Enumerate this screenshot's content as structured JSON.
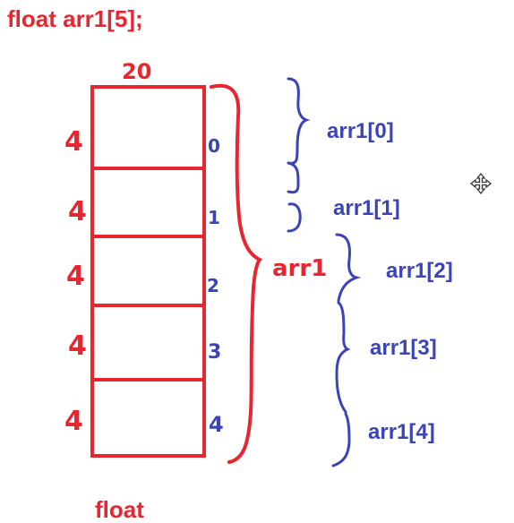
{
  "title": "float arr1[5];",
  "footer_label": "float",
  "block_label": "20",
  "array_label": "arr1",
  "cells": [
    {
      "size": "4",
      "index": "0",
      "label": "arr1[0]"
    },
    {
      "size": "4",
      "index": "1",
      "label": "arr1[1]"
    },
    {
      "size": "4",
      "index": "2",
      "label": "arr1[2]"
    },
    {
      "size": "4",
      "index": "3",
      "label": "arr1[3]"
    },
    {
      "size": "4",
      "index": "4",
      "label": "arr1[4]"
    }
  ],
  "colors": {
    "red": "#e8262f",
    "blue": "#3a44b8"
  },
  "icons": [
    "move-cursor-icon"
  ]
}
